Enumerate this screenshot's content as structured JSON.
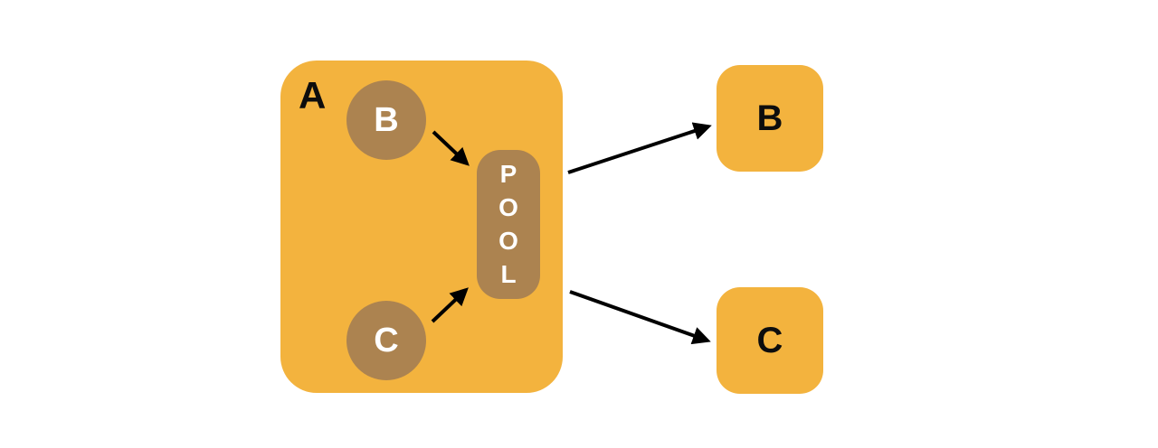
{
  "diagram": {
    "title": "",
    "colors": {
      "background": "#ffffff",
      "container_fill": "#F3B33E",
      "node_fill": "#AC8350",
      "arrow": "#000000",
      "label_dark": "#0d0d0d",
      "label_light": "#ffffff"
    },
    "container_a": {
      "label": "A"
    },
    "inner_nodes": {
      "b": {
        "label": "B"
      },
      "c": {
        "label": "C"
      }
    },
    "pool": {
      "label": "POOL",
      "letters": [
        "P",
        "O",
        "O",
        "L"
      ]
    },
    "outer_nodes": {
      "b": {
        "label": "B"
      },
      "c": {
        "label": "C"
      }
    },
    "arrows": [
      {
        "name": "inner-b-to-pool"
      },
      {
        "name": "inner-c-to-pool"
      },
      {
        "name": "container-a-to-outer-b"
      },
      {
        "name": "container-a-to-outer-c"
      }
    ]
  }
}
